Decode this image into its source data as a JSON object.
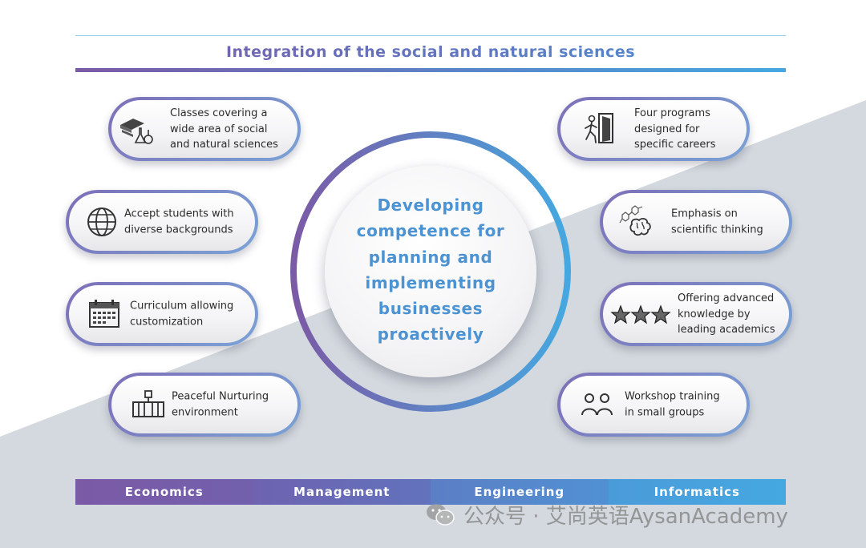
{
  "title": "Integration of the social and natural sciences",
  "center_text": "Developing\ncompetence for\nplanning and\nimplementing\nbusinesses\nproactively",
  "left_items": [
    {
      "icon": "books-and-flasks-icon",
      "text": "Classes covering a\nwide area of social\nand natural sciences"
    },
    {
      "icon": "globe-icon",
      "text": "Accept students with\ndiverse backgrounds"
    },
    {
      "icon": "calendar-icon",
      "text": "Curriculum allowing\ncustomization"
    },
    {
      "icon": "campus-building-icon",
      "text": "Peaceful Nurturing\nenvironment"
    }
  ],
  "right_items": [
    {
      "icon": "person-exiting-door-icon",
      "text": "Four programs\ndesigned for\nspecific careers"
    },
    {
      "icon": "molecule-brain-icon",
      "text": "Emphasis on\nscientific thinking"
    },
    {
      "icon": "three-stars-icon",
      "text": "Offering advanced\nknowledge by\nleading academics"
    },
    {
      "icon": "two-people-icon",
      "text": "Workshop training\nin small groups"
    }
  ],
  "bottom_bar": [
    {
      "label": "Economics",
      "color": "#7b5aa6"
    },
    {
      "label": "Management",
      "color": "#6a6db5"
    },
    {
      "label": "Engineering",
      "color": "#5a88cc"
    },
    {
      "label": "Informatics",
      "color": "#45a8e0"
    }
  ],
  "watermark": "公众号 · 艾尚英语AysanAcademy",
  "colors": {
    "purple": "#7b5aa6",
    "blue": "#45a8e0",
    "center_text": "#4b93d3",
    "background_shape": "#d3d9de"
  }
}
